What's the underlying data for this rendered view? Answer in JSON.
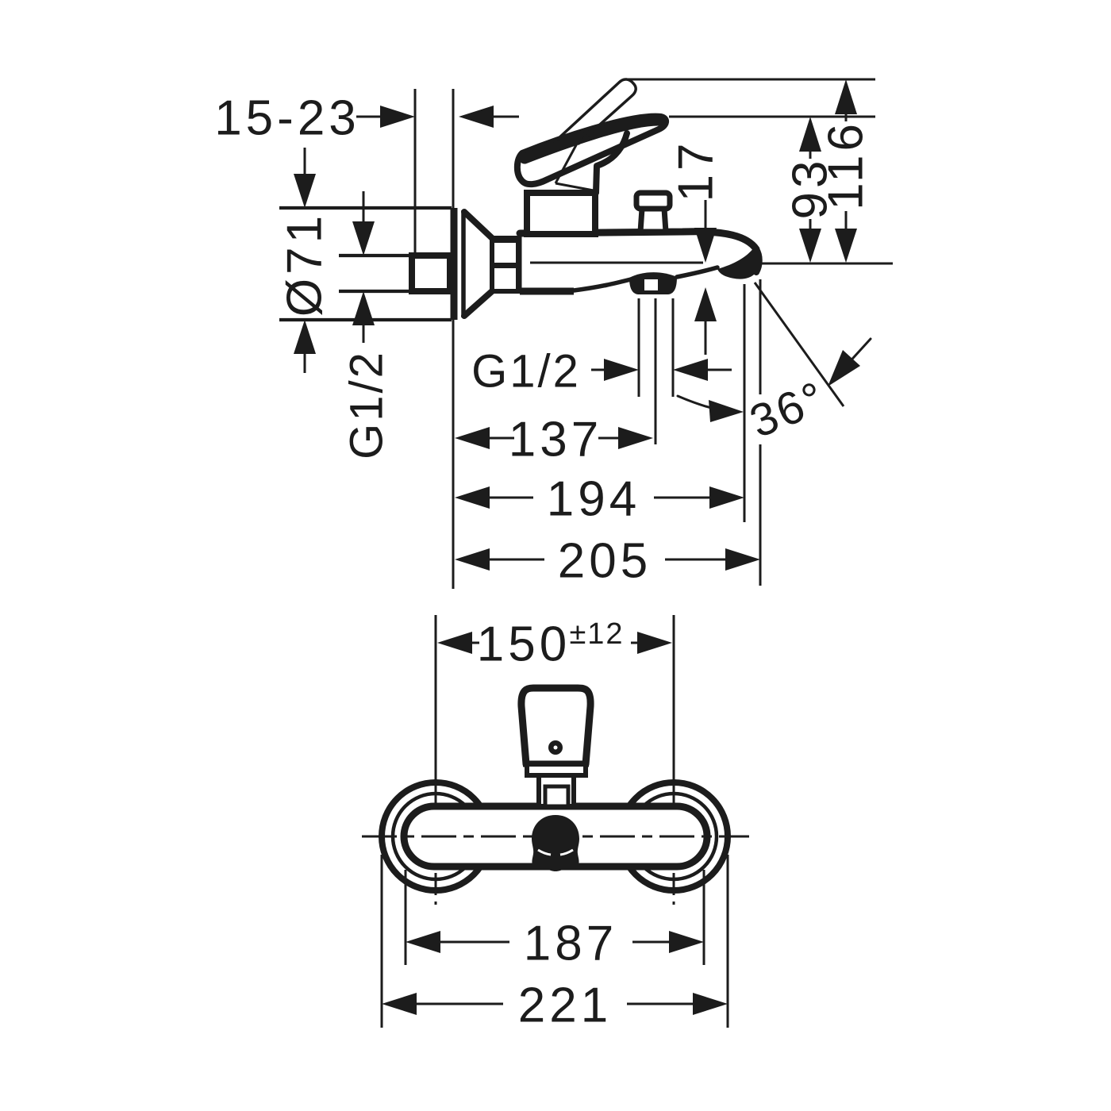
{
  "meta": {
    "description": "Technical installation drawing of a wall-mounted single-lever bath/shower mixer, side view and front view with dimensions in mm",
    "ink_color": "#1c1c1c",
    "background_color": "#ffffff"
  },
  "side_view": {
    "wall_depth": "15-23",
    "escutcheon_diameter": "Ø71",
    "wall_connection_thread": "G1/2",
    "shower_outlet_thread": "G1/2",
    "outlet_offset": "17",
    "lever_height": "93",
    "total_height": "116",
    "wall_to_shower_outlet": "137",
    "wall_to_spout_end": "194",
    "total_projection": "205",
    "spout_angle": "36°"
  },
  "front_view": {
    "connection_spacing": "150",
    "connection_tolerance": "±12",
    "body_width": "187",
    "overall_width": "221"
  }
}
